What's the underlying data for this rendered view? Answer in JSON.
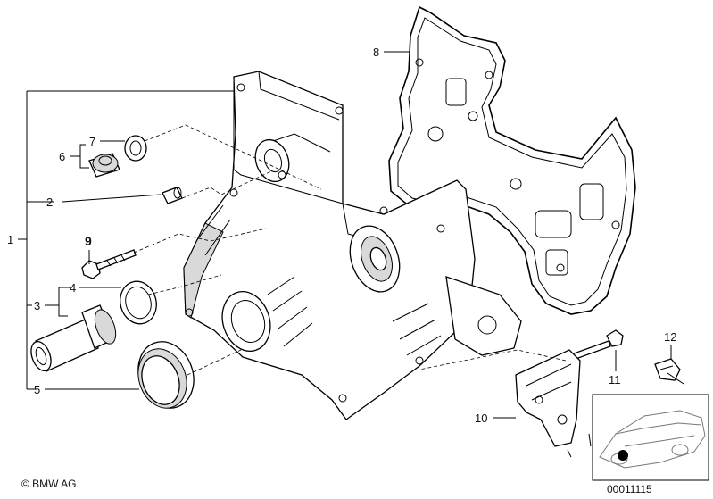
{
  "callouts": [
    {
      "id": "1",
      "label": "1"
    },
    {
      "id": "2",
      "label": "2"
    },
    {
      "id": "3",
      "label": "3"
    },
    {
      "id": "4",
      "label": "4"
    },
    {
      "id": "5",
      "label": "5"
    },
    {
      "id": "6",
      "label": "6"
    },
    {
      "id": "7",
      "label": "7"
    },
    {
      "id": "8",
      "label": "8"
    },
    {
      "id": "9",
      "label": "9"
    },
    {
      "id": "10",
      "label": "10"
    },
    {
      "id": "11",
      "label": "11"
    },
    {
      "id": "12",
      "label": "12"
    }
  ],
  "footer": {
    "copyright": "© BMW AG",
    "diagram_number": "00011115"
  }
}
